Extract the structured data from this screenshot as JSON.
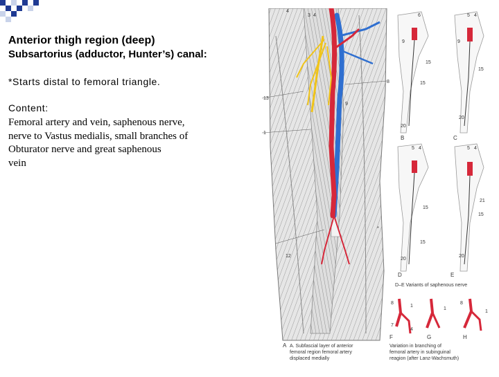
{
  "slide": {
    "title": "Anterior thigh region (deep)",
    "subtitle": "Subsartorius (adductor, Hunter’s) canal:",
    "note": "*Starts distal to femoral triangle.",
    "content_label": "Content:",
    "content_lines": [
      "Femoral artery and vein, saphenous nerve,",
      "nerve to Vastus medialis, small branches of",
      "Obturator nerve and great saphenous",
      "vein"
    ]
  },
  "figure": {
    "panel_labels": {
      "a": "A",
      "b": "B",
      "c": "C",
      "d": "D",
      "e": "E",
      "f": "F",
      "g": "G",
      "h": "H"
    },
    "caption_de": "D–E Variants of saphenous nerve",
    "caption_a_lines": [
      "A. Subfascial layer of anterior",
      "femoral region femoral artery",
      "displaced medially"
    ],
    "caption_fh_lines": [
      "Variation in branching of",
      "femoral artery in subinguinal",
      "reagion (after Lanz-Wachsmuth)"
    ]
  },
  "colors": {
    "artery": "#d6283a",
    "vein": "#2f6fd0",
    "nerve": "#f0c419",
    "corner_blue": "#1f3a93"
  }
}
